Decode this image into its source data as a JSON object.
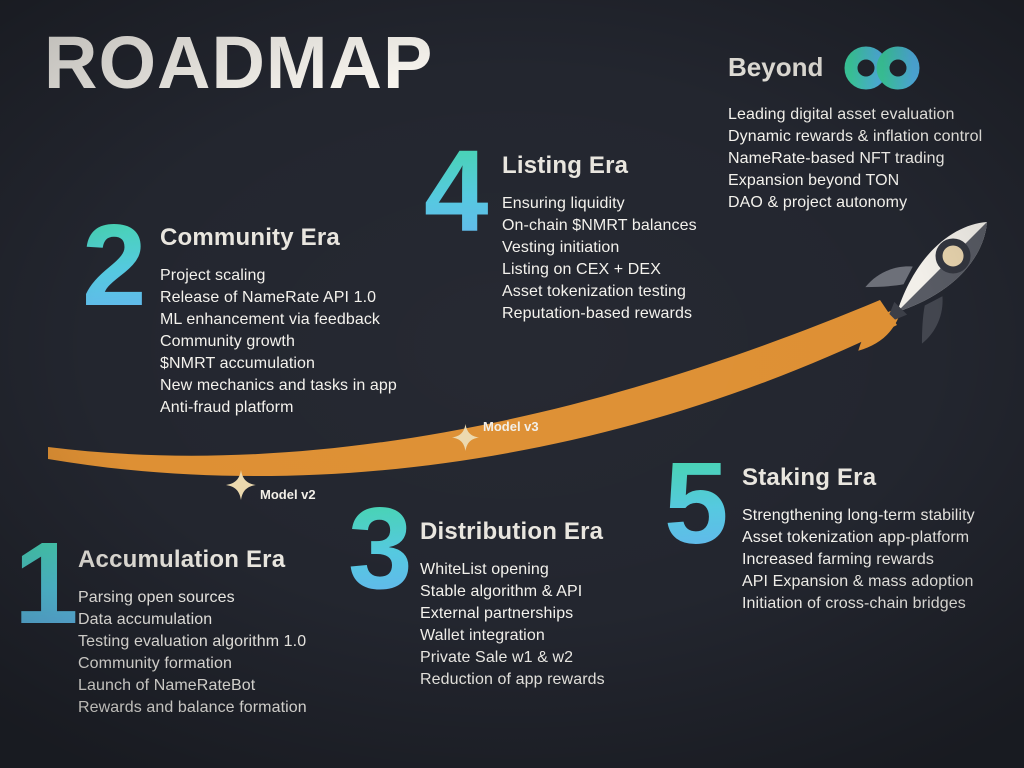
{
  "page": {
    "title": "ROADMAP"
  },
  "beyond": {
    "title": "Beyond",
    "items": [
      "Leading  digital asset evaluation",
      "Dynamic rewards & inflation control",
      "NameRate-based NFT trading",
      "Expansion beyond TON",
      "DAO & project autonomy"
    ]
  },
  "eras": [
    {
      "number": "1",
      "title": "Accumulation Era",
      "items": [
        "Parsing open sources",
        "Data accumulation",
        "Testing evaluation algorithm 1.0",
        "Community formation",
        "Launch of NameRateBot",
        "Rewards and balance formation"
      ]
    },
    {
      "number": "2",
      "title": "Community Era",
      "items": [
        "Project scaling",
        "Release of NameRate API 1.0",
        "ML enhancement via feedback",
        "Community growth",
        "$NMRT accumulation",
        "New mechanics and tasks in app",
        "Anti-fraud platform"
      ]
    },
    {
      "number": "3",
      "title": "Distribution Era",
      "items": [
        "WhiteList opening",
        "Stable algorithm & API",
        "External partnerships",
        "Wallet integration",
        "Private Sale w1 & w2",
        "Reduction of app rewards"
      ]
    },
    {
      "number": "4",
      "title": "Listing Era",
      "items": [
        "Ensuring liquidity",
        "On-chain $NMRT balances",
        "Vesting initiation",
        "Listing on CEX + DEX",
        "Asset tokenization testing",
        "Reputation-based rewards"
      ]
    },
    {
      "number": "5",
      "title": "Staking Era",
      "items": [
        "Strengthening long-term stability",
        "Asset tokenization app-platform",
        "Increased farming rewards",
        "API Expansion & mass adoption",
        "Initiation of cross-chain bridges"
      ]
    }
  ],
  "milestones": [
    {
      "label": "Model v2"
    },
    {
      "label": "Model v3"
    }
  ],
  "colors": {
    "background": "#23262f",
    "accent_gradient_start": "#43d7a4",
    "accent_gradient_end": "#66b3ef",
    "swoosh_orange": "#de9034",
    "sparkle_cream": "#ecd9ae",
    "heading_text": "#e9e6df",
    "body_text": "#f4f2ed"
  }
}
